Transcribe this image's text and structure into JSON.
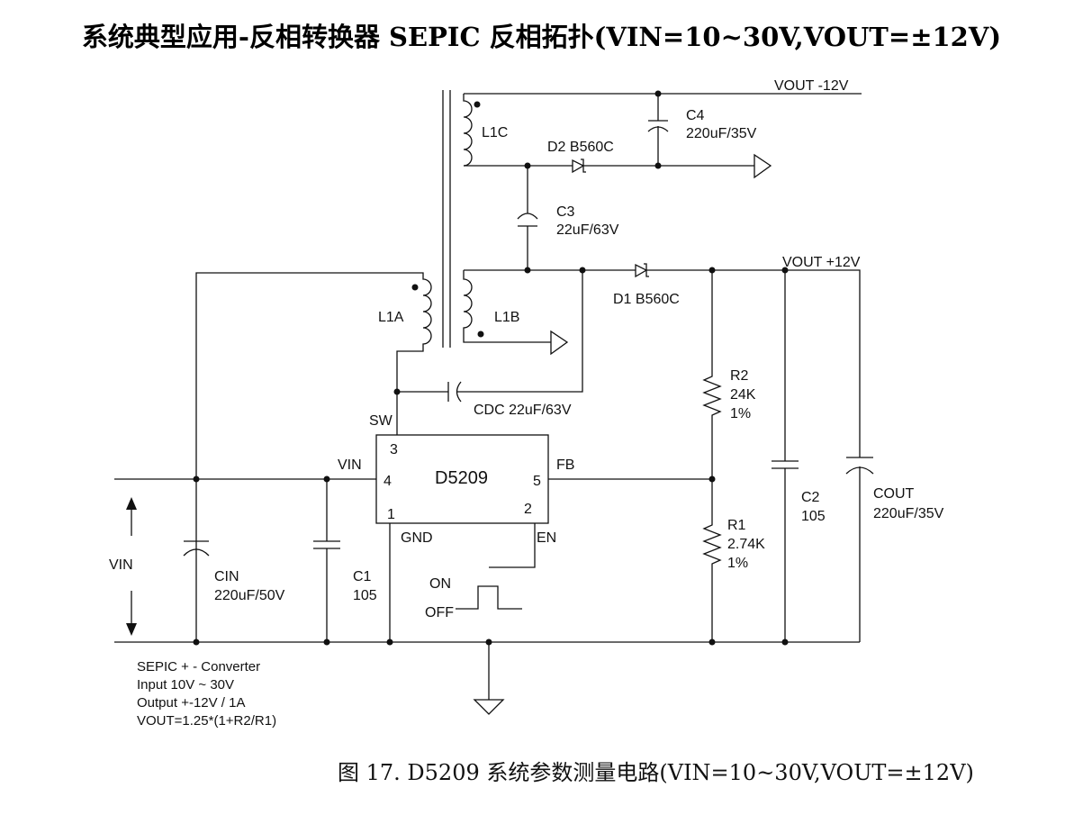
{
  "heading": "系统典型应用-反相转换器 SEPIC 反相拓扑(VIN=10~30V,VOUT=±12V)",
  "caption": "图 17. D5209 系统参数测量电路(VIN=10~30V,VOUT=±12V)",
  "ic": {
    "name": "D5209",
    "pins": {
      "p1": "1",
      "p2": "2",
      "p3": "3",
      "p4": "4",
      "p5": "5"
    },
    "pin_labels": {
      "sw": "SW",
      "vin": "VIN",
      "fb": "FB",
      "gnd": "GND",
      "en": "EN"
    }
  },
  "components": {
    "l1a": "L1A",
    "l1b": "L1B",
    "l1c": "L1C",
    "d1": "D1 B560C",
    "d2": "D2 B560C",
    "c3_name": "C3",
    "c3_val": "22uF/63V",
    "c4_name": "C4",
    "c4_val": "220uF/35V",
    "cdc": "CDC 22uF/63V",
    "r2_name": "R2",
    "r2_val": "24K",
    "r2_tol": "1%",
    "r1_name": "R1",
    "r1_val": "2.74K",
    "r1_tol": "1%",
    "c2_name": "C2",
    "c2_val": "105",
    "cout_name": "COUT",
    "cout_val": "220uF/35V",
    "cin_name": "CIN",
    "cin_val": "220uF/50V",
    "c1_name": "C1",
    "c1_val": "105"
  },
  "nets": {
    "vout_neg": "VOUT -12V",
    "vout_pos": "VOUT +12V",
    "vin": "VIN"
  },
  "switch": {
    "on": "ON",
    "off": "OFF"
  },
  "notes": [
    "SEPIC + - Converter",
    "Input 10V ~ 30V",
    "Output +-12V / 1A",
    "VOUT=1.25*(1+R2/R1)"
  ]
}
